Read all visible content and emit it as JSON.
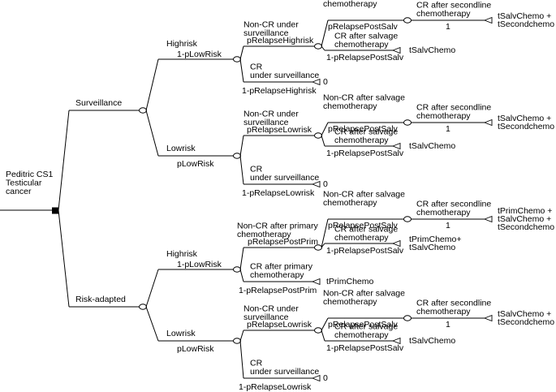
{
  "colors": {
    "line": "#000000",
    "background": "#ffffff",
    "root_stem": "#777777"
  },
  "root": {
    "label": "Peditric CS1 Testicular cancer"
  },
  "strategies": [
    {
      "name": "Surveillance",
      "groups": [
        {
          "name": "Highrisk",
          "prob": "1-pLowRisk",
          "branches": [
            {
              "name": "Non-CR under surveillance",
              "prob": "pRelapseHighrisk",
              "sub": [
                {
                  "name": "Non-CR after salvage chemotherapy",
                  "prob": "pRelapsePostSalv",
                  "final": {
                    "name": "CR after secondline chemotherapy",
                    "prob": "1",
                    "payoff": "tSalvChemo + tSecondchemo"
                  }
                },
                {
                  "name": "CR after salvage chemotherapy",
                  "prob": "1-pRelapsePostSalv",
                  "payoff": "tSalvChemo"
                }
              ]
            },
            {
              "name": "CR under surveillance",
              "prob": "1-pRelapseHighrisk",
              "payoff": "0"
            }
          ]
        },
        {
          "name": "Lowrisk",
          "prob": "pLowRisk",
          "branches": [
            {
              "name": "Non-CR under surveillance",
              "prob": "pRelapseLowrisk",
              "sub": [
                {
                  "name": "Non-CR after salvage chemotherapy",
                  "prob": "pRelapsePostSalv",
                  "final": {
                    "name": "CR after secondline chemotherapy",
                    "prob": "1",
                    "payoff": "tSalvChemo + tSecondchemo"
                  }
                },
                {
                  "name": "CR after salvage chemotherapy",
                  "prob": "1-pRelapsePostSalv",
                  "payoff": "tSalvChemo"
                }
              ]
            },
            {
              "name": "CR under surveillance",
              "prob": "1-pRelapseLowrisk",
              "payoff": "0"
            }
          ]
        }
      ]
    },
    {
      "name": "Risk-adapted",
      "groups": [
        {
          "name": "Highrisk",
          "prob": "1-pLowRisk",
          "branches": [
            {
              "name": "Non-CR after primary chemotherapy",
              "prob": "pRelapsePostPrim",
              "sub": [
                {
                  "name": "Non-CR after salvage chemotherapy",
                  "prob": "pRelapsePostSalv",
                  "final": {
                    "name": "CR after secondline chemotherapy",
                    "prob": "1",
                    "payoff": "tPrimChemo + tSalvChemo + tSecondchemo"
                  }
                },
                {
                  "name": "CR after salvage chemotherapy",
                  "prob": "1-pRelapsePostSalv",
                  "payoff": "tPrimChemo+ tSalvChemo"
                }
              ]
            },
            {
              "name": "CR after primary chemotherapy",
              "prob": "1-pRelapsePostPrim",
              "payoff": "tPrimChemo"
            }
          ]
        },
        {
          "name": "Lowrisk",
          "prob": "pLowRisk",
          "branches": [
            {
              "name": "Non-CR under surveillance",
              "prob": "pRelapseLowrisk",
              "sub": [
                {
                  "name": "Non-CR after salvage chemotherapy",
                  "prob": "pRelapsePostSalv",
                  "final": {
                    "name": "CR after secondline chemotherapy",
                    "prob": "1",
                    "payoff": "tSalvChemo + tSecondchemo"
                  }
                },
                {
                  "name": "CR after salvage chemotherapy",
                  "prob": "1-pRelapsePostSalv",
                  "payoff": "tSalvChemo"
                }
              ]
            },
            {
              "name": "CR under surveillance",
              "prob": "1-pRelapseLowrisk",
              "payoff": "0"
            }
          ]
        }
      ]
    }
  ]
}
